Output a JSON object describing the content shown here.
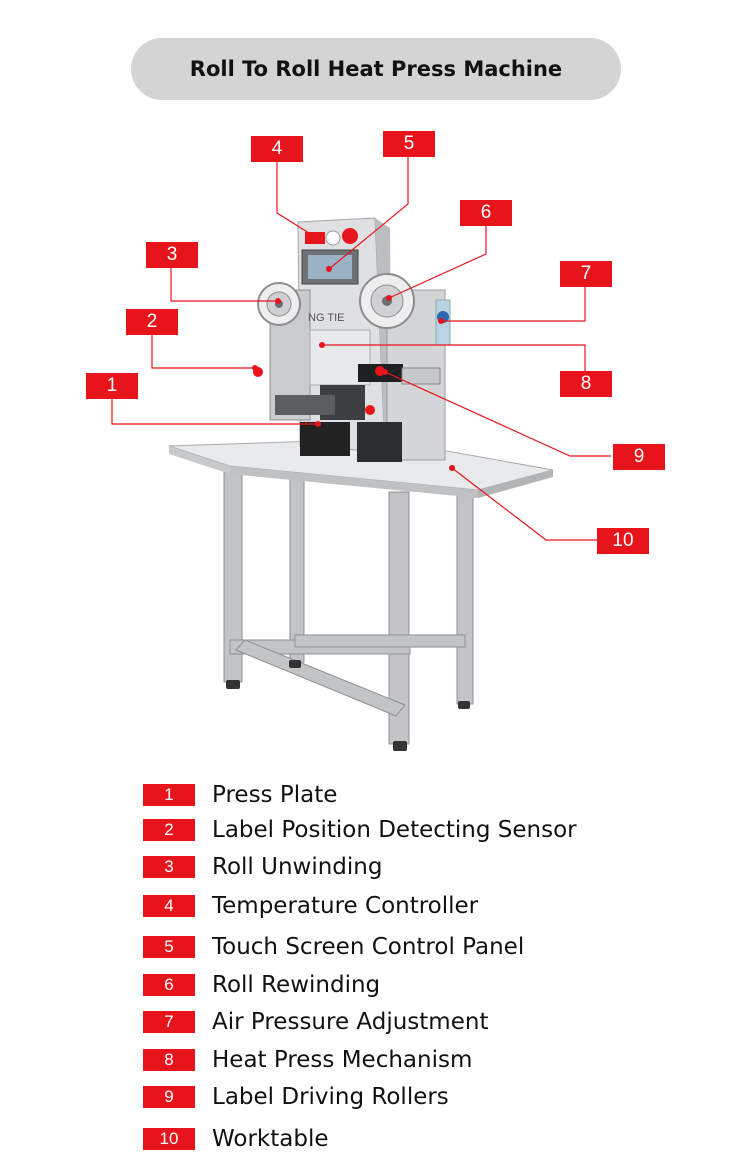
{
  "title": "Roll To Roll Heat Press Machine",
  "colors": {
    "accent": "#e8141c",
    "pill": "#d4d4d4",
    "text": "#111111"
  },
  "machine": {
    "panel_brand": "NG TIE"
  },
  "parts": [
    {
      "num": "1",
      "label": "Press Plate"
    },
    {
      "num": "2",
      "label": "Label Position Detecting Sensor"
    },
    {
      "num": "3",
      "label": "Roll Unwinding"
    },
    {
      "num": "4",
      "label": "Temperature Controller"
    },
    {
      "num": "5",
      "label": "Touch Screen Control Panel"
    },
    {
      "num": "6",
      "label": "Roll Rewinding"
    },
    {
      "num": "7",
      "label": "Air Pressure Adjustment"
    },
    {
      "num": "8",
      "label": "Heat Press Mechanism"
    },
    {
      "num": "9",
      "label": "Label Driving Rollers"
    },
    {
      "num": "10",
      "label": "Worktable"
    }
  ]
}
